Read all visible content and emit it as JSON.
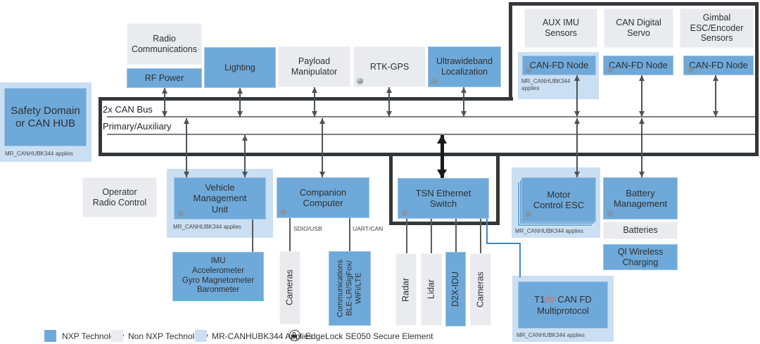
{
  "colors": {
    "nxp_blue": "#6FA9D9",
    "mr_light_blue": "#CBDFF2",
    "non_nxp_gray": "#E9EBEE",
    "outline_dark": "#33363A",
    "bus_line_gray": "#7B8085",
    "link_blue": "#3F87C5",
    "hash_accent": "#E0694C"
  },
  "bus": {
    "line1_label": "2x CAN Bus",
    "line2_label": "Primary/Auxiliary"
  },
  "captions": {
    "one_line": "MR_CANHUBK344 applies",
    "two_line": "MR_CANHUBK344\napplies"
  },
  "links": {
    "sdio": "SDIO/USB",
    "uart": "UART/CAN"
  },
  "boxes": {
    "safety": "Safety Domain\nor CAN HUB",
    "radio": "Radio\nCommunications",
    "rf_power": "RF Power",
    "lighting": "Lighting",
    "payload": "Payload\nManipulator",
    "rtk": "RTK-GPS",
    "uwb": "Ultrawideband\nLocalization",
    "aux_imu": "AUX IMU\nSensors",
    "can_servo": "CAN Digital\nServo",
    "gimbal": "Gimbal\nESC/Encoder\nSensors",
    "canfd_node": "CAN-FD Node",
    "operator": "Operator\nRadio Control",
    "vmu": "Vehicle\nManagement\nUnit",
    "companion": "Companion\nComputer",
    "tsn": "TSN Ethernet\nSwitch",
    "motor": "Motor\nControl ESC",
    "battery_mgmt": "Battery\nManagement",
    "batteries": "Batteries",
    "qi": "QI Wireless\nCharging",
    "imu_stack": "IMU\nAccelerometer\nGyro Magnetometer\nBaronmeter",
    "cameras": "Cameras",
    "comms": "Communications\nBLE-LR/SigFox/\nWiFi/LTE",
    "radar": "Radar",
    "lidar": "Lidar",
    "d2x": "D2X-IDU",
    "t1_prefix": "T1",
    "t1_hash": "##",
    "t1_rest": " CAN FD\nMultiprotocol"
  },
  "legend": {
    "nxp": "NXP Technology",
    "non_nxp": "Non NXP Technology",
    "mr": "MR-CANHUBK344 Applies",
    "edgelock": "EdgeLock SE050 Secure Element",
    "edgelock_icon": "lock-icon"
  }
}
